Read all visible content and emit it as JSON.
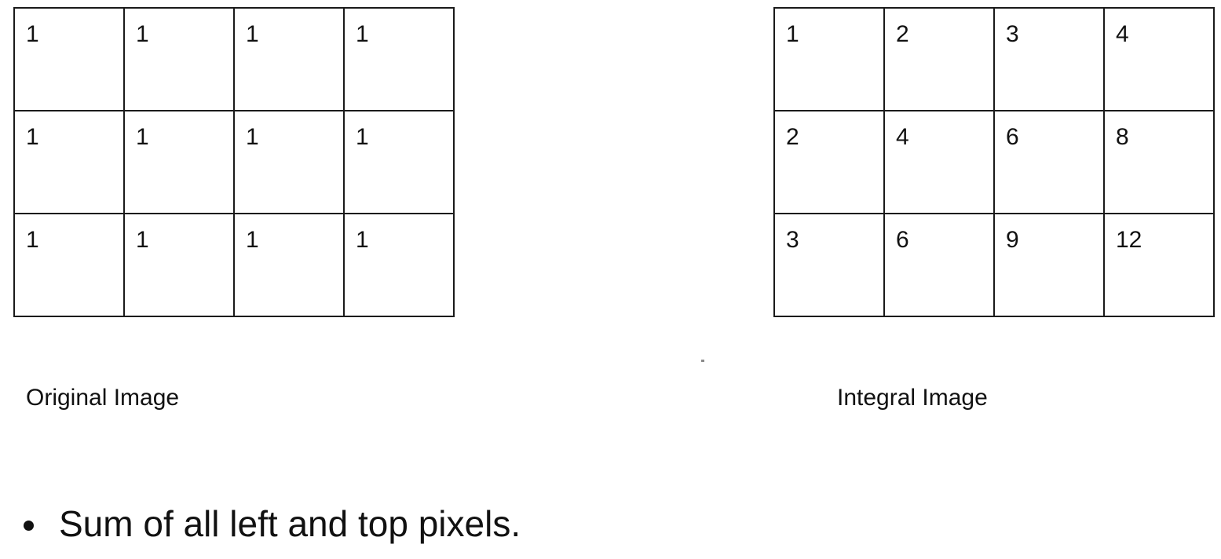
{
  "original": {
    "caption": "Original Image",
    "rows": [
      [
        "1",
        "1",
        "1",
        "1"
      ],
      [
        "1",
        "1",
        "1",
        "1"
      ],
      [
        "1",
        "1",
        "1",
        "1"
      ]
    ]
  },
  "integral": {
    "caption": "Integral Image",
    "rows": [
      [
        "1",
        "2",
        "3",
        "4"
      ],
      [
        "2",
        "4",
        "6",
        "8"
      ],
      [
        "3",
        "6",
        "9",
        "12"
      ]
    ]
  },
  "bullet": {
    "text": "Sum of all left and top pixels."
  }
}
